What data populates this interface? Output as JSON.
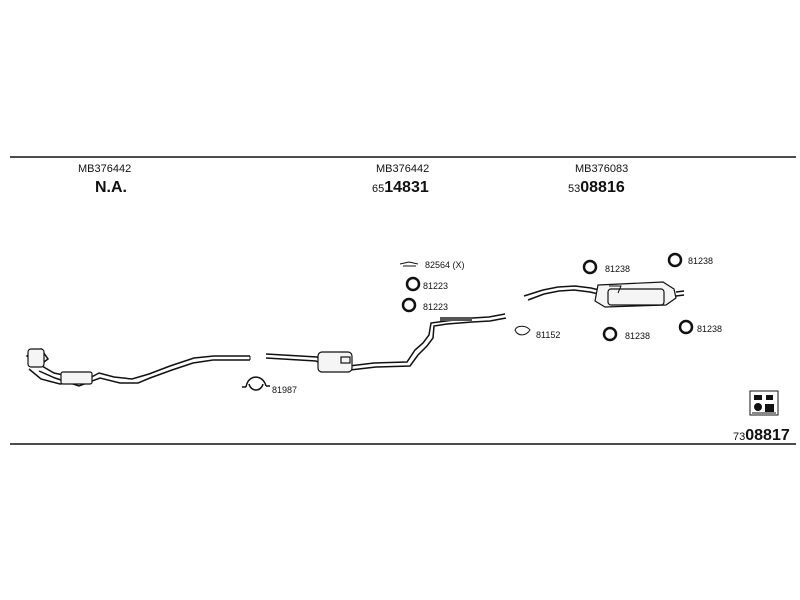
{
  "header": {
    "left_ref": "MB376442",
    "left_value": "N.A.",
    "center_ref": "MB376442",
    "center_prefix": "65",
    "center_number": "14831",
    "right_ref": "MB376083",
    "right_prefix": "53",
    "right_number": "08816"
  },
  "callouts": {
    "clamp_top": "82564 (X)",
    "ring_1": "81223",
    "ring_2": "81223",
    "gasket": "81152",
    "front_clamp": "81987",
    "rear_top_left": "81238",
    "rear_top_right": "81238",
    "rear_bottom_left": "81238",
    "rear_bottom_right": "81238"
  },
  "footer": {
    "prefix": "73",
    "number": "08817"
  },
  "icons": {
    "legend_icon": "document-grid-icon"
  },
  "colors": {
    "line": "#111111",
    "fill_light": "#f5f5f5",
    "fill_dark": "#555555",
    "background": "#ffffff"
  }
}
